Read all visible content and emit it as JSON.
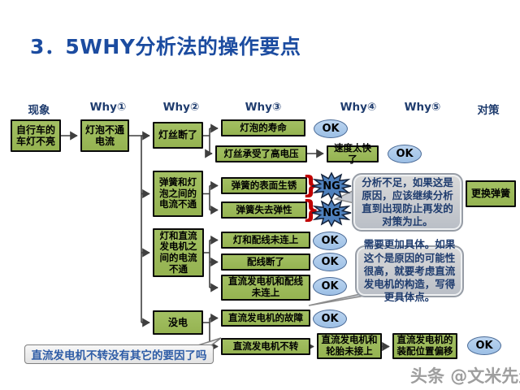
{
  "slide": {
    "title": "3．5WHY分析法的操作要点",
    "watermark": "头条 @文米先生"
  },
  "columns": {
    "phenomenon": "现象",
    "why1": "Why①",
    "why2": "Why②",
    "why3": "Why③",
    "why4": "Why④",
    "why5": "Why⑤",
    "countermeasure": "对策"
  },
  "nodes": {
    "phenomenon": "自行车的车灯不亮",
    "bulb_no_current": "灯泡不通电流",
    "filament_broken": "灯丝断了",
    "bulb_lifespan": "灯泡的寿命",
    "filament_high_voltage": "灯丝承受了高电压",
    "speed_too_fast": "速度太快了",
    "spring_bulb_no_current": "弹簧和灯泡之间的电流不通",
    "spring_surface_rust": "弹簧的表面生锈",
    "spring_lost_elasticity": "弹簧失去弹性",
    "replace_spring": "更换弹簧",
    "lamp_generator_no_current": "灯和直流发电机之间的电流不通",
    "lamp_wiring_not_connected": "灯和配线未连上",
    "wiring_broken": "配线断了",
    "generator_wiring_not_connected": "直流发电机和配线未连上",
    "no_power": "没电",
    "generator_failure": "直流发电机的故障",
    "generator_not_turning": "直流发电机不转",
    "generator_tire_not_connected": "直流发电机和轮胎未接上",
    "generator_position_offset": "直流发电机的装配位置偏移"
  },
  "badges": {
    "ok": "OK",
    "ng": "NG"
  },
  "callouts": {
    "analysis_insufficient": "分析不足，如果这是原因，应该继续分析直到出现防止再发的对策为止。",
    "be_more_specific": "需要更加具体。如果这个是原因的可能性很高，就要考虑直流发电机的构造，写得更具体点。",
    "other_causes_question": "直流发电机不转没有其它的要因了吗"
  },
  "colors": {
    "title_blue": "#1c4ca0",
    "header_navy": "#1f3c6e",
    "node_green": "#9bbb59",
    "ok_fill": "#a9c7e8",
    "ng_fill": "#4f81bd",
    "brace_red": "#c00000",
    "callout_gray": "#c9cdd4",
    "callout_text_blue": "#1f3c6e",
    "watermark_gray": "#9e9e9e"
  }
}
